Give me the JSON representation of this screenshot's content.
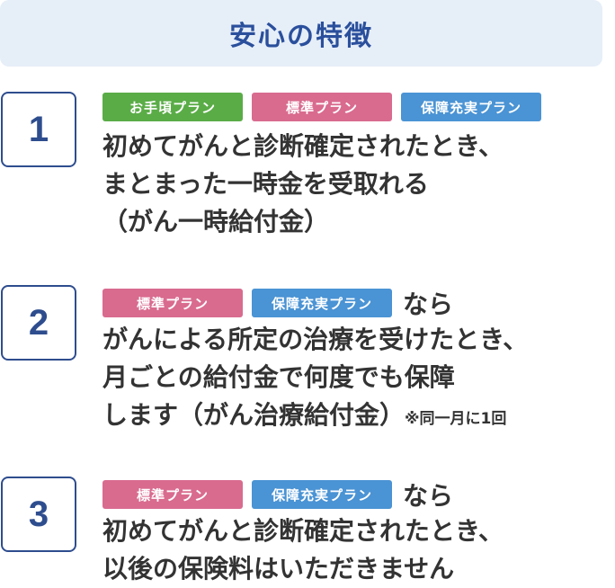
{
  "header": {
    "title": "安心の特徴"
  },
  "items": [
    {
      "number": "1",
      "badges": [
        "お手頃プラン",
        "標準プラン",
        "保障充実プラン"
      ],
      "lines": [
        "初めてがんと診断確定されたとき、",
        "まとまった一時金を受取れる",
        "（がん一時給付金）"
      ]
    },
    {
      "number": "2",
      "badges": [
        "標準プラン",
        "保障充実プラン"
      ],
      "suffix": "なら",
      "lines": [
        "がんによる所定の治療を受けたとき、",
        "月ごとの給付金で何度でも保障",
        "します（がん治療給付金）"
      ],
      "note": "※同一月に1回"
    },
    {
      "number": "3",
      "badges": [
        "標準プラン",
        "保障充実プラン"
      ],
      "suffix": "なら",
      "lines": [
        "初めてがんと診断確定されたとき、",
        "以後の保険料はいただきません"
      ]
    }
  ]
}
